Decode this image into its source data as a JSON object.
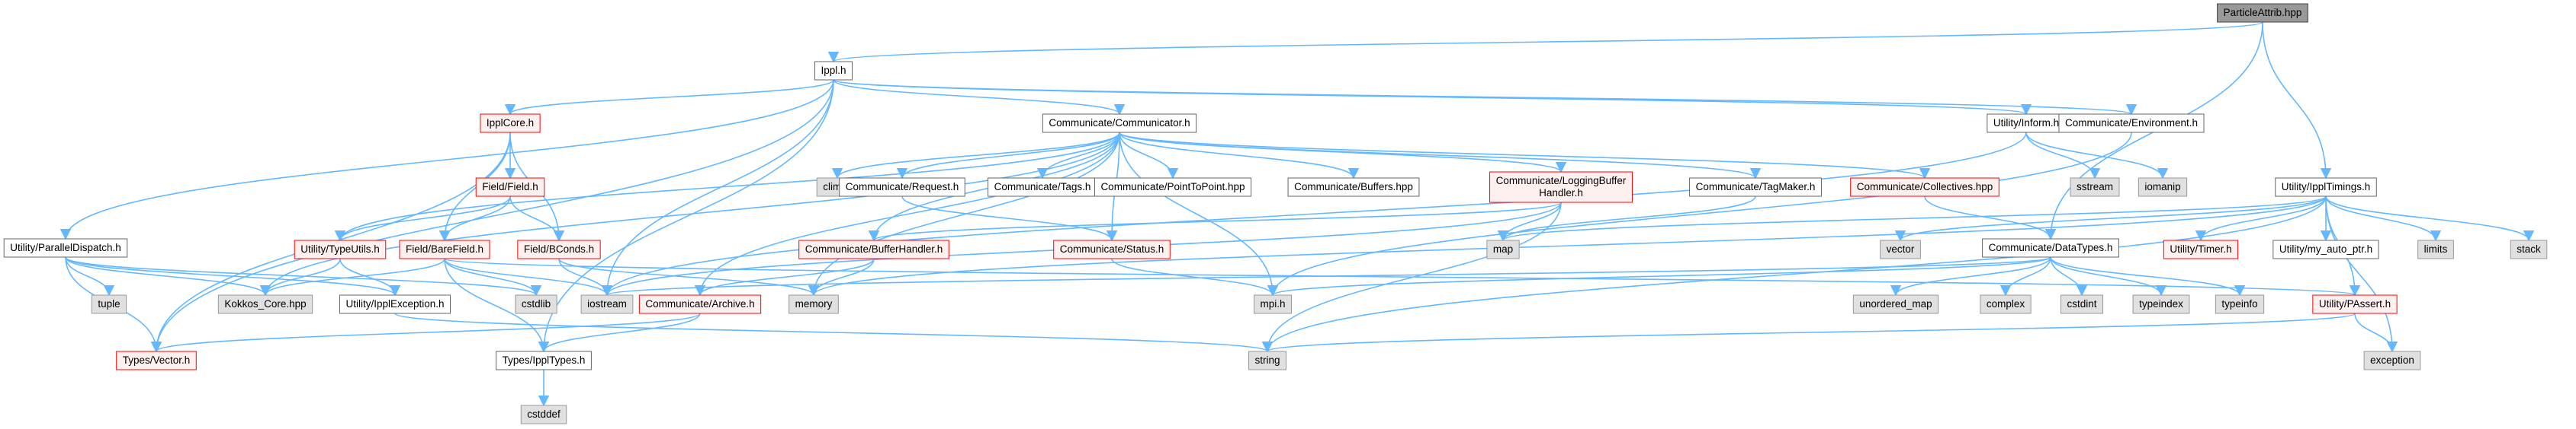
{
  "graph": {
    "colors": {
      "edge": "#63b8ff",
      "node_border": "#666666",
      "node_fill": "#ffffff",
      "red_border": "#ff0000",
      "red_fill": "#fff0f0",
      "gray_fill": "#e0e0e0",
      "gray_border": "#999999",
      "root_fill": "#999999",
      "root_border": "#444444"
    },
    "nodes": [
      {
        "id": "particleattrib",
        "label": "ParticleAttrib.hpp",
        "style": "root"
      },
      {
        "id": "ippl",
        "label": "Ippl.h",
        "style": "normal"
      },
      {
        "id": "ipplcore",
        "label": "IpplCore.h",
        "style": "red"
      },
      {
        "id": "communicator",
        "label": "Communicate/Communicator.h",
        "style": "normal"
      },
      {
        "id": "inform",
        "label": "Utility/Inform.h",
        "style": "normal"
      },
      {
        "id": "environment",
        "label": "Communicate/Environment.h",
        "style": "normal"
      },
      {
        "id": "iptimings",
        "label": "Utility/IpplTimings.h",
        "style": "normal"
      },
      {
        "id": "fieldh",
        "label": "Field/Field.h",
        "style": "red"
      },
      {
        "id": "climits",
        "label": "climits",
        "style": "gray"
      },
      {
        "id": "request",
        "label": "Communicate/Request.h",
        "style": "normal"
      },
      {
        "id": "tags",
        "label": "Communicate/Tags.h",
        "style": "normal"
      },
      {
        "id": "p2p",
        "label": "Communicate/PointToPoint.hpp",
        "style": "normal"
      },
      {
        "id": "buffers",
        "label": "Communicate/Buffers.hpp",
        "style": "normal"
      },
      {
        "id": "loggingbuf",
        "label": "Communicate/LoggingBuffer Handler.h",
        "label_lines": [
          "Communicate/LoggingBuffer",
          "Handler.h"
        ],
        "style": "red"
      },
      {
        "id": "tagmaker",
        "label": "Communicate/TagMaker.h",
        "style": "normal"
      },
      {
        "id": "collectives",
        "label": "Communicate/Collectives.hpp",
        "style": "red"
      },
      {
        "id": "sstream",
        "label": "sstream",
        "style": "gray"
      },
      {
        "id": "iomanip",
        "label": "iomanip",
        "style": "gray"
      },
      {
        "id": "pardispatch",
        "label": "Utility/ParallelDispatch.h",
        "style": "normal"
      },
      {
        "id": "typeutils",
        "label": "Utility/TypeUtils.h",
        "style": "red"
      },
      {
        "id": "barefield",
        "label": "Field/BareField.h",
        "style": "red"
      },
      {
        "id": "bconds",
        "label": "Field/BConds.h",
        "style": "red"
      },
      {
        "id": "bufhandler",
        "label": "Communicate/BufferHandler.h",
        "style": "red"
      },
      {
        "id": "status",
        "label": "Communicate/Status.h",
        "style": "red"
      },
      {
        "id": "map",
        "label": "map",
        "style": "gray"
      },
      {
        "id": "vector",
        "label": "vector",
        "style": "gray"
      },
      {
        "id": "datatypes",
        "label": "Communicate/DataTypes.h",
        "style": "normal"
      },
      {
        "id": "timer",
        "label": "Utility/Timer.h",
        "style": "red"
      },
      {
        "id": "myautoptr",
        "label": "Utility/my_auto_ptr.h",
        "style": "normal"
      },
      {
        "id": "limits",
        "label": "limits",
        "style": "gray"
      },
      {
        "id": "stack",
        "label": "stack",
        "style": "gray"
      },
      {
        "id": "tuple",
        "label": "tuple",
        "style": "gray"
      },
      {
        "id": "kokkoscore",
        "label": "Kokkos_Core.hpp",
        "style": "gray"
      },
      {
        "id": "ipplexception",
        "label": "Utility/IpplException.h",
        "style": "normal"
      },
      {
        "id": "cstdlib",
        "label": "cstdlib",
        "style": "gray"
      },
      {
        "id": "iostream",
        "label": "iostream",
        "style": "gray"
      },
      {
        "id": "memory",
        "label": "memory",
        "style": "gray"
      },
      {
        "id": "archive",
        "label": "Communicate/Archive.h",
        "style": "red"
      },
      {
        "id": "mpih",
        "label": "mpi.h",
        "style": "gray"
      },
      {
        "id": "unordered_map",
        "label": "unordered_map",
        "style": "gray"
      },
      {
        "id": "complex",
        "label": "complex",
        "style": "gray"
      },
      {
        "id": "cstdint",
        "label": "cstdint",
        "style": "gray"
      },
      {
        "id": "typeindex",
        "label": "typeindex",
        "style": "gray"
      },
      {
        "id": "typeinfo",
        "label": "typeinfo",
        "style": "gray"
      },
      {
        "id": "passert",
        "label": "Utility/PAssert.h",
        "style": "red"
      },
      {
        "id": "vectorh",
        "label": "Types/Vector.h",
        "style": "red"
      },
      {
        "id": "ippltypes",
        "label": "Types/IpplTypes.h",
        "style": "normal"
      },
      {
        "id": "string",
        "label": "string",
        "style": "gray"
      },
      {
        "id": "exception",
        "label": "exception",
        "style": "gray"
      },
      {
        "id": "cstddef",
        "label": "cstddef",
        "style": "gray"
      }
    ],
    "edges": [
      [
        "particleattrib",
        "ippl"
      ],
      [
        "particleattrib",
        "iptimings"
      ],
      [
        "particleattrib",
        "datatypes"
      ],
      [
        "ippl",
        "ipplcore"
      ],
      [
        "ippl",
        "communicator"
      ],
      [
        "ippl",
        "inform"
      ],
      [
        "ippl",
        "environment"
      ],
      [
        "ippl",
        "pardispatch"
      ],
      [
        "ippl",
        "iostream"
      ],
      [
        "ippl",
        "vectorh"
      ],
      [
        "ippl",
        "ippltypes"
      ],
      [
        "ipplcore",
        "fieldh"
      ],
      [
        "ipplcore",
        "barefield"
      ],
      [
        "ipplcore",
        "bconds"
      ],
      [
        "ipplcore",
        "vectorh"
      ],
      [
        "fieldh",
        "typeutils"
      ],
      [
        "fieldh",
        "barefield"
      ],
      [
        "fieldh",
        "bconds"
      ],
      [
        "communicator",
        "climits"
      ],
      [
        "communicator",
        "request"
      ],
      [
        "communicator",
        "tags"
      ],
      [
        "communicator",
        "p2p"
      ],
      [
        "communicator",
        "buffers"
      ],
      [
        "communicator",
        "loggingbuf"
      ],
      [
        "communicator",
        "tagmaker"
      ],
      [
        "communicator",
        "collectives"
      ],
      [
        "communicator",
        "bufhandler"
      ],
      [
        "communicator",
        "status"
      ],
      [
        "communicator",
        "archive"
      ],
      [
        "communicator",
        "memory"
      ],
      [
        "communicator",
        "mpih"
      ],
      [
        "communicator",
        "typeutils"
      ],
      [
        "communicator",
        "kokkoscore"
      ],
      [
        "loggingbuf",
        "bufhandler"
      ],
      [
        "loggingbuf",
        "map"
      ],
      [
        "loggingbuf",
        "string"
      ],
      [
        "loggingbuf",
        "iostream"
      ],
      [
        "bufhandler",
        "archive"
      ],
      [
        "bufhandler",
        "memory"
      ],
      [
        "tagmaker",
        "map"
      ],
      [
        "request",
        "status"
      ],
      [
        "status",
        "mpih"
      ],
      [
        "collectives",
        "datatypes"
      ],
      [
        "inform",
        "sstream"
      ],
      [
        "inform",
        "iomanip"
      ],
      [
        "inform",
        "iostream"
      ],
      [
        "environment",
        "mpih"
      ],
      [
        "iptimings",
        "map"
      ],
      [
        "iptimings",
        "vector"
      ],
      [
        "iptimings",
        "timer"
      ],
      [
        "iptimings",
        "myautoptr"
      ],
      [
        "iptimings",
        "limits"
      ],
      [
        "iptimings",
        "stack"
      ],
      [
        "iptimings",
        "passert"
      ],
      [
        "iptimings",
        "exception"
      ],
      [
        "iptimings",
        "string"
      ],
      [
        "iptimings",
        "memory"
      ],
      [
        "datatypes",
        "mpih"
      ],
      [
        "datatypes",
        "unordered_map"
      ],
      [
        "datatypes",
        "complex"
      ],
      [
        "datatypes",
        "cstdint"
      ],
      [
        "datatypes",
        "typeindex"
      ],
      [
        "datatypes",
        "typeinfo"
      ],
      [
        "datatypes",
        "iostream"
      ],
      [
        "pardispatch",
        "tuple"
      ],
      [
        "pardispatch",
        "kokkoscore"
      ],
      [
        "pardispatch",
        "ipplexception"
      ],
      [
        "pardispatch",
        "vectorh"
      ],
      [
        "pardispatch",
        "cstdlib"
      ],
      [
        "typeutils",
        "kokkoscore"
      ],
      [
        "typeutils",
        "ipplexception"
      ],
      [
        "barefield",
        "kokkoscore"
      ],
      [
        "barefield",
        "cstdlib"
      ],
      [
        "barefield",
        "iostream"
      ],
      [
        "barefield",
        "ippltypes"
      ],
      [
        "barefield",
        "passert"
      ],
      [
        "bconds",
        "iostream"
      ],
      [
        "bconds",
        "memory"
      ],
      [
        "archive",
        "vectorh"
      ],
      [
        "archive",
        "ippltypes"
      ],
      [
        "passert",
        "exception"
      ],
      [
        "passert",
        "string"
      ],
      [
        "ipplexception",
        "string"
      ],
      [
        "ippltypes",
        "cstddef"
      ]
    ]
  }
}
